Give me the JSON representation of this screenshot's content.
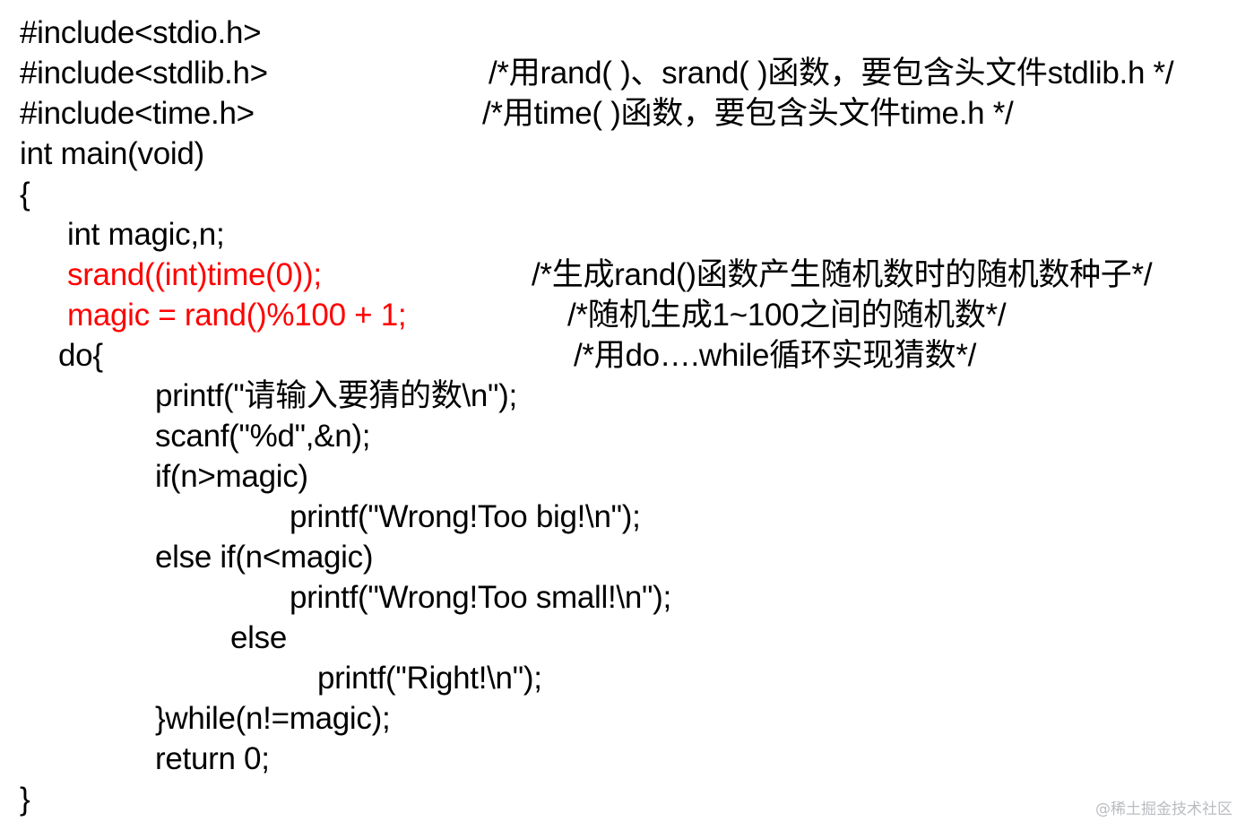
{
  "code": {
    "l01": "#include<stdio.h>",
    "l02_code": "#include<stdlib.h>",
    "l02_comment": "/*用rand( )、srand( )函数，要包含头文件stdlib.h */",
    "l03_code": "#include<time.h>",
    "l03_comment": "/*用time( )函数，要包含头文件time.h */",
    "l04": "int main(void)",
    "l05": "{",
    "l06": "int magic,n;",
    "l07_code": "srand((int)time(0));",
    "l07_comment": "/*生成rand()函数产生随机数时的随机数种子*/",
    "l08_code": "magic = rand()%100 + 1;",
    "l08_comment": "/*随机生成1~100之间的随机数*/",
    "l09_code": "do{",
    "l09_comment": "/*用do….while循环实现猜数*/",
    "l10": "printf(\"请输入要猜的数\\n\");",
    "l11": "scanf(\"%d\",&n);",
    "l12": "if(n>magic)",
    "l13": "printf(\"Wrong!Too big!\\n\");",
    "l14": "else if(n<magic)",
    "l15": "printf(\"Wrong!Too small!\\n\");",
    "l16": "else",
    "l17": "printf(\"Right!\\n\");",
    "l18": "}while(n!=magic);",
    "l19": "return 0;",
    "l20": "}"
  },
  "watermark": "@稀土掘金技术社区",
  "colors": {
    "text": "#000000",
    "highlight": "#ff0000",
    "watermark": "#b9bcc1"
  }
}
